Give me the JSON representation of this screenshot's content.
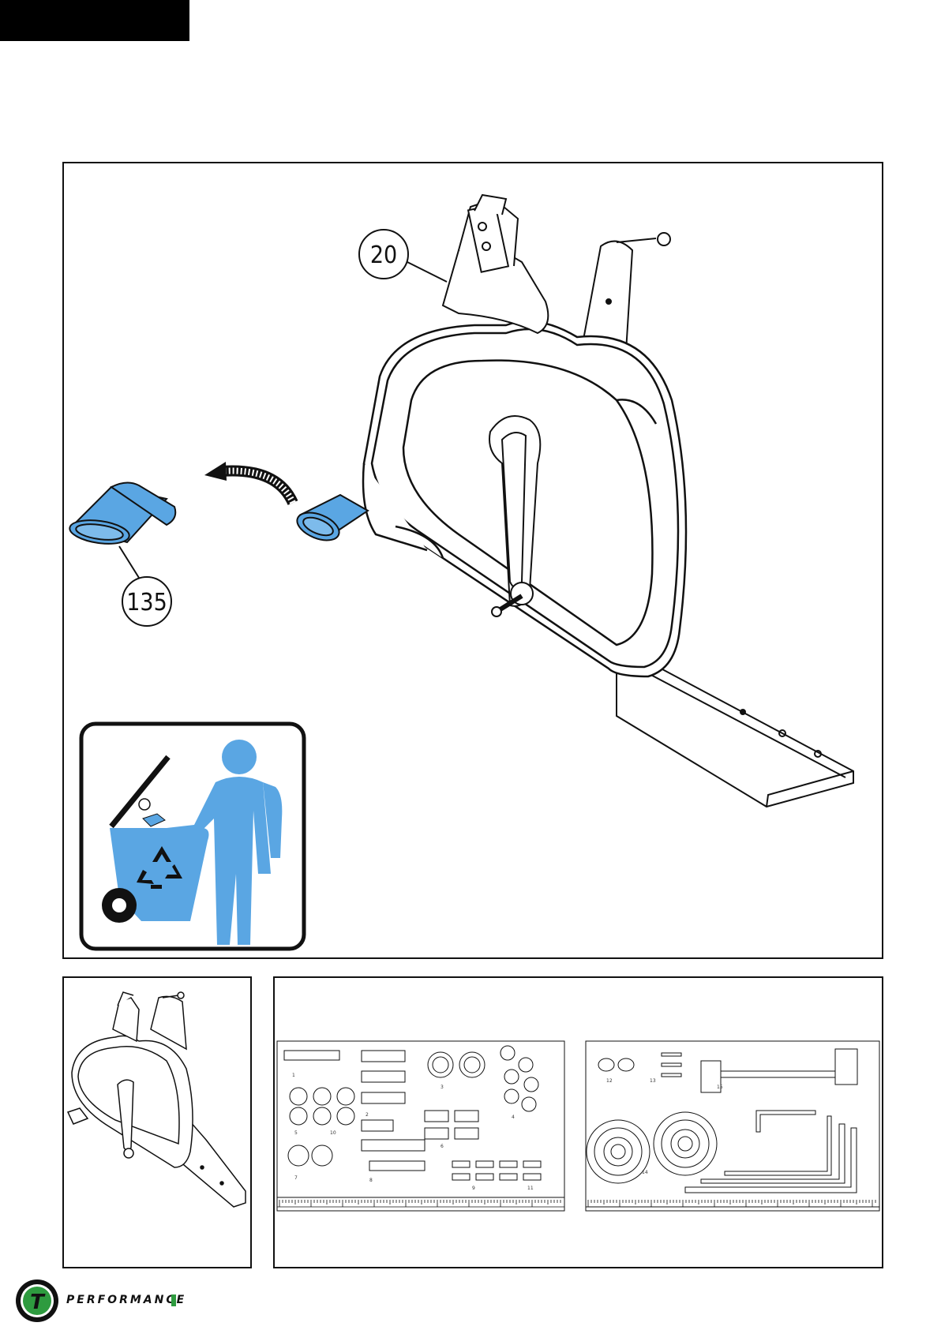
{
  "callouts": {
    "pedal_housing": "20",
    "end_cap": "135"
  },
  "hardware_cards": {
    "left": [
      "1",
      "2",
      "3",
      "4",
      "5",
      "6",
      "7",
      "8",
      "9",
      "10",
      "11"
    ],
    "right": [
      "12",
      "13",
      "14",
      "15"
    ]
  },
  "brand": {
    "name": "PERFORMANCE",
    "logo_letter": "T",
    "accent_color": "#2e9b3f"
  },
  "colors": {
    "part_highlight": "#5aa6e3",
    "outline": "#111111"
  }
}
